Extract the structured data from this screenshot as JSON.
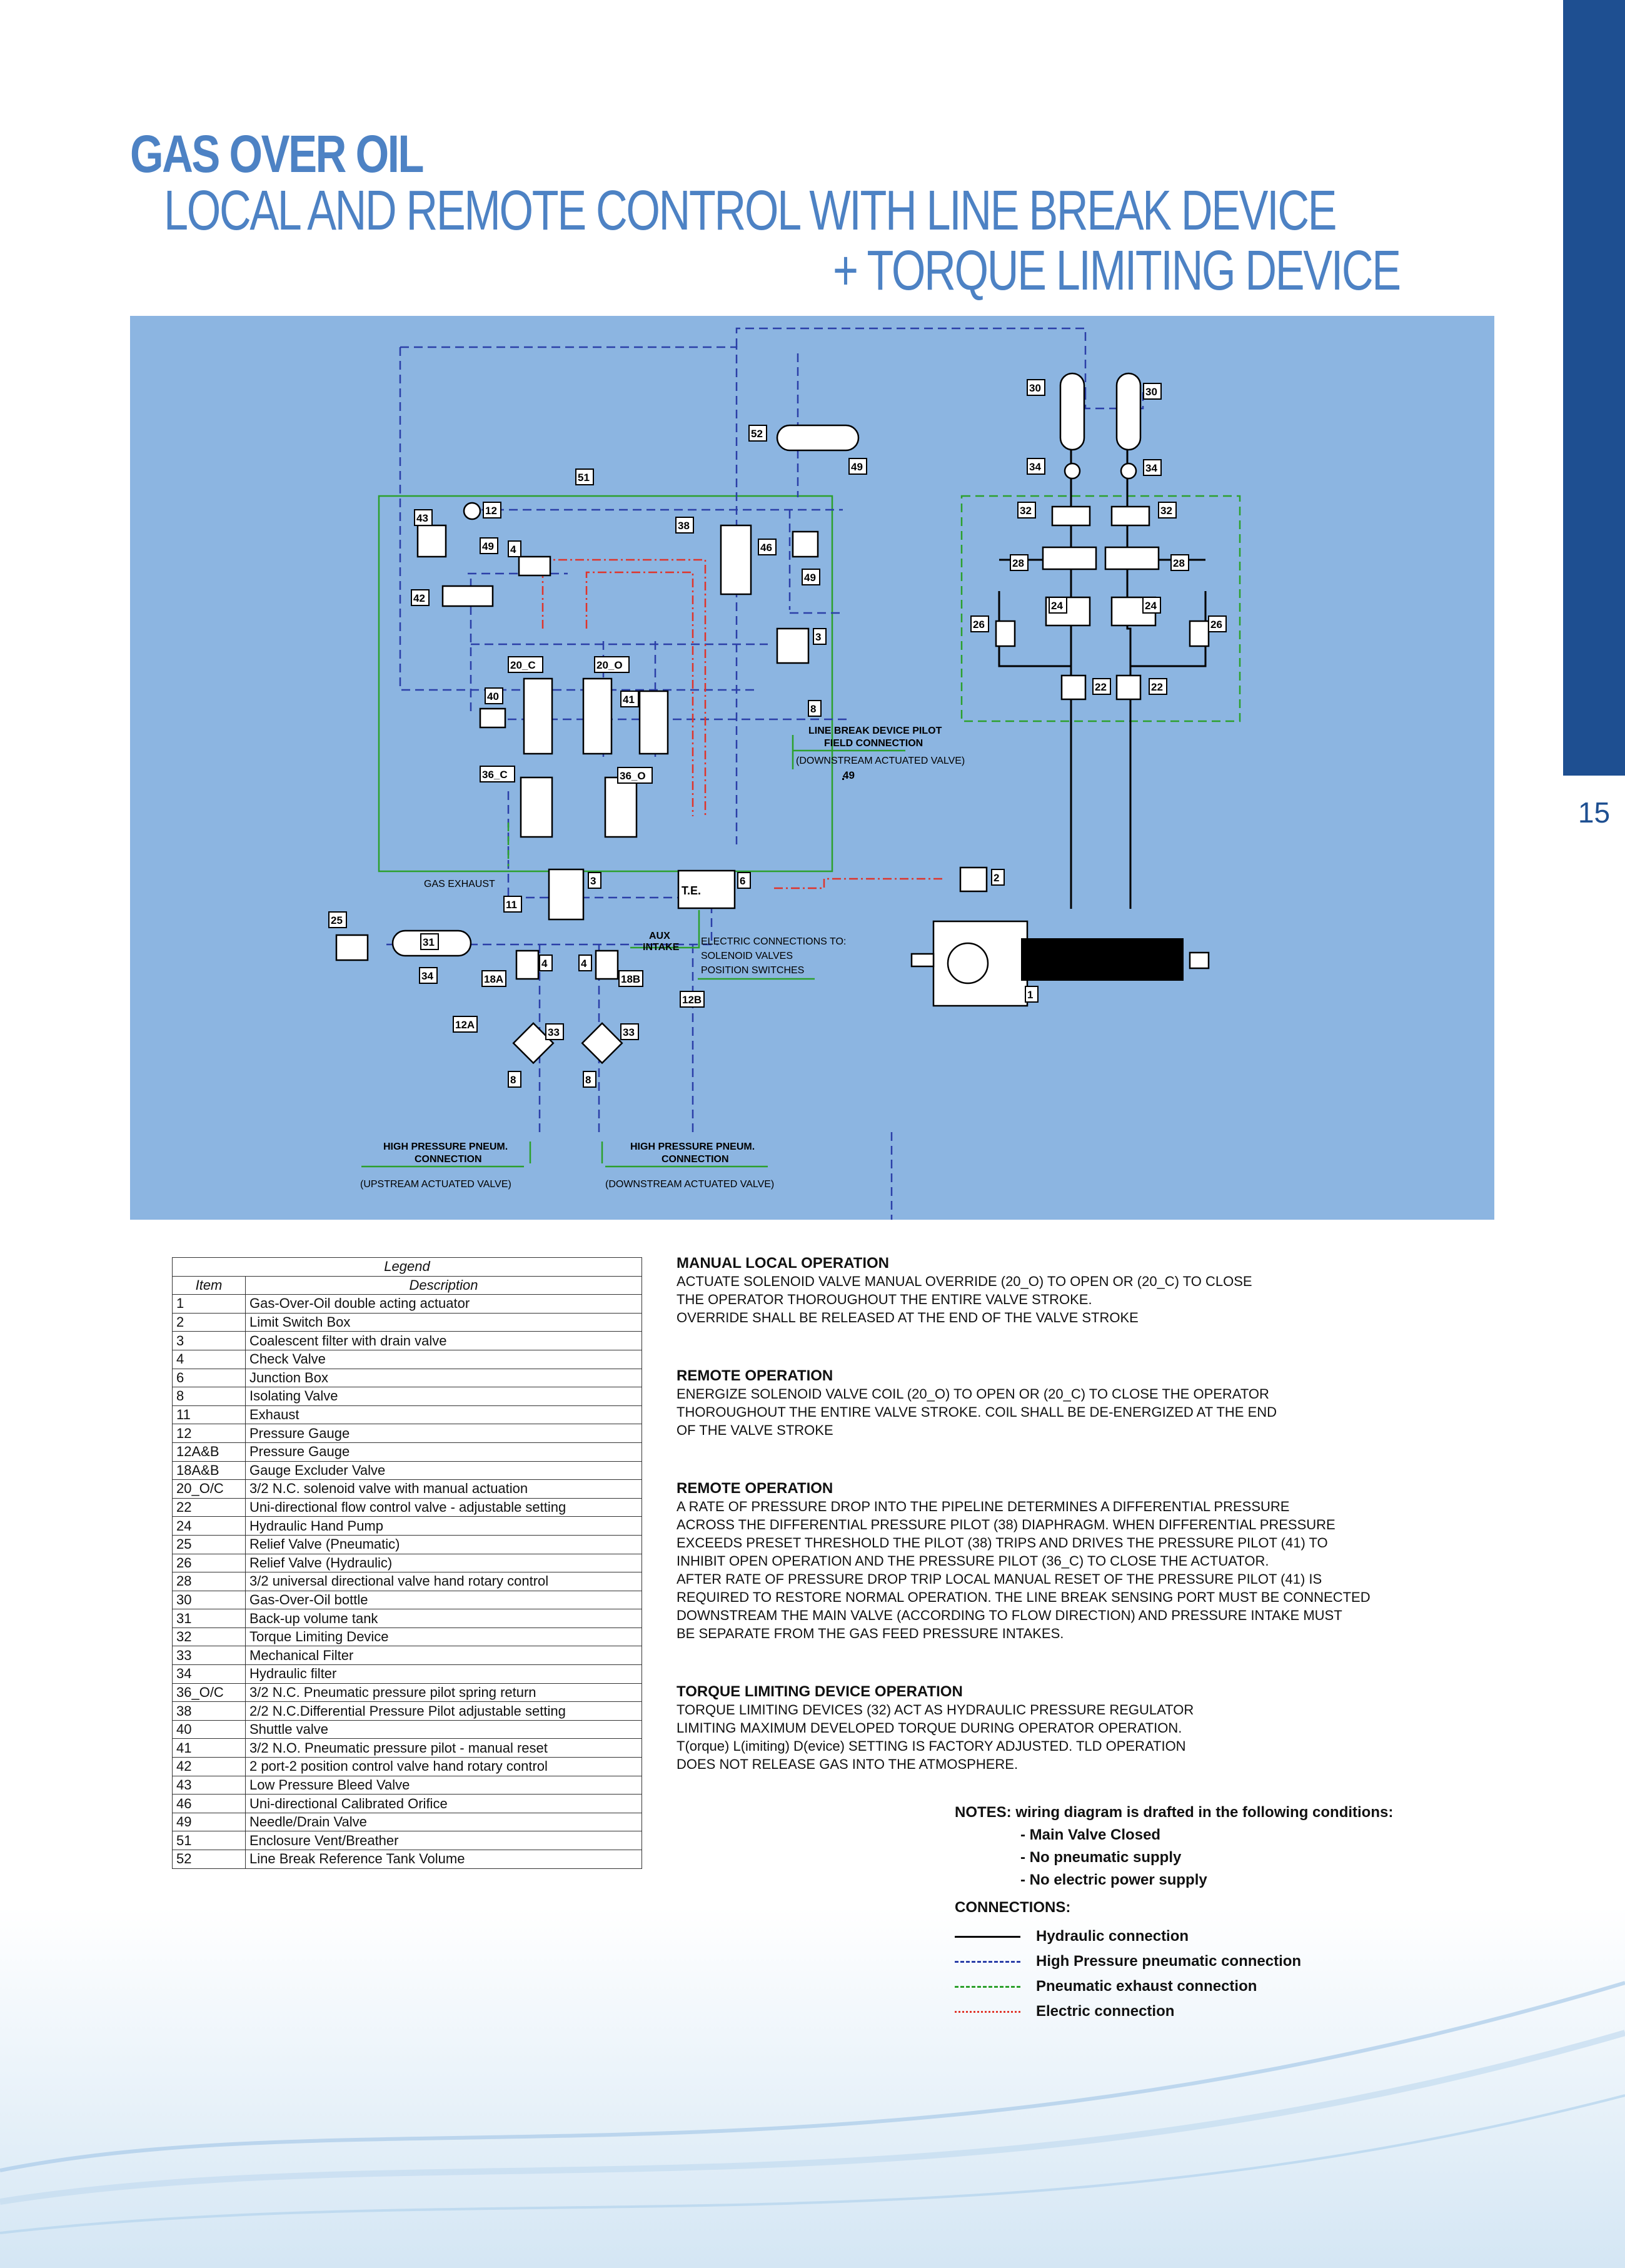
{
  "page": {
    "number": "15"
  },
  "title": {
    "line1": "GAS OVER OIL",
    "line2": "LOCAL AND REMOTE CONTROL WITH LINE BREAK DEVICE",
    "line3": "+ TORQUE LIMITING DEVICE"
  },
  "colors": {
    "title": "#4d82c4",
    "side_tab": "#1e4f91",
    "diagram_bg": "#8cb5e1",
    "hydraulic": "#000000",
    "pneumatic": "#2b3fa8",
    "exhaust": "#2ca02c",
    "electric": "#e0342a"
  },
  "diagram": {
    "tags": {
      "t1": "1",
      "t2": "2",
      "t3a": "3",
      "t3b": "3",
      "t4a": "4",
      "t4b": "4",
      "t4c": "4",
      "t6": "6",
      "t8a": "8",
      "t8b": "8",
      "t8c": "8",
      "t11": "11",
      "t12": "12",
      "t12a": "12A",
      "t12b": "12B",
      "t18a": "18A",
      "t18b": "18B",
      "t20c": "20_C",
      "t20o": "20_O",
      "t22a": "22",
      "t22b": "22",
      "t24a": "24",
      "t24b": "24",
      "t25": "25",
      "t26a": "26",
      "t26b": "26",
      "t28a": "28",
      "t28b": "28",
      "t30a": "30",
      "t30b": "30",
      "t31": "31",
      "t32a": "32",
      "t32b": "32",
      "t33a": "33",
      "t33b": "33",
      "t34a": "34",
      "t34b": "34",
      "t34c": "34",
      "t36c": "36_C",
      "t36o": "36_O",
      "t38": "38",
      "t40": "40",
      "t41": "41",
      "t42": "42",
      "t43": "43",
      "t46": "46",
      "t49a": "49",
      "t49b": "49",
      "t49c": "49",
      "t49d": "49",
      "t51": "51",
      "t52": "52"
    },
    "te_label": "T.E.",
    "gas_exhaust": "GAS EXHAUST",
    "aux_intake": [
      "AUX",
      "INTAKE"
    ],
    "electric_conn": [
      "ELECTRIC CONNECTIONS TO:",
      "SOLENOID VALVES",
      "POSITION SWITCHES"
    ],
    "lbd_pilot": [
      "LINE BREAK DEVICE PILOT",
      "FIELD CONNECTION"
    ],
    "lbd_pilot_sub": "(DOWNSTREAM ACTUATED VALVE)",
    "hp_left": [
      "HIGH PRESSURE PNEUM.",
      "CONNECTION"
    ],
    "hp_left_sub": "(UPSTREAM ACTUATED VALVE)",
    "hp_right": [
      "HIGH PRESSURE PNEUM.",
      "CONNECTION"
    ],
    "hp_right_sub": "(DOWNSTREAM ACTUATED VALVE)"
  },
  "legend": {
    "title": "Legend",
    "col_item": "Item",
    "col_desc": "Description",
    "rows": [
      {
        "item": "1",
        "desc": "Gas-Over-Oil double acting actuator"
      },
      {
        "item": "2",
        "desc": "Limit Switch Box"
      },
      {
        "item": "3",
        "desc": "Coalescent filter with drain valve"
      },
      {
        "item": "4",
        "desc": "Check Valve"
      },
      {
        "item": "6",
        "desc": "Junction Box"
      },
      {
        "item": "8",
        "desc": "Isolating Valve"
      },
      {
        "item": "11",
        "desc": "Exhaust"
      },
      {
        "item": "12",
        "desc": "Pressure Gauge"
      },
      {
        "item": "12A&B",
        "desc": "Pressure Gauge"
      },
      {
        "item": "18A&B",
        "desc": "Gauge Excluder Valve"
      },
      {
        "item": "20_O/C",
        "desc": "3/2 N.C. solenoid valve with manual actuation"
      },
      {
        "item": "22",
        "desc": "Uni-directional flow control valve - adjustable setting"
      },
      {
        "item": "24",
        "desc": "Hydraulic Hand Pump"
      },
      {
        "item": "25",
        "desc": "Relief Valve (Pneumatic)"
      },
      {
        "item": "26",
        "desc": "Relief Valve (Hydraulic)"
      },
      {
        "item": "28",
        "desc": "3/2 universal directional valve hand rotary control"
      },
      {
        "item": "30",
        "desc": "Gas-Over-Oil bottle"
      },
      {
        "item": "31",
        "desc": "Back-up volume tank"
      },
      {
        "item": "32",
        "desc": "Torque Limiting Device"
      },
      {
        "item": "33",
        "desc": "Mechanical Filter"
      },
      {
        "item": "34",
        "desc": "Hydraulic filter"
      },
      {
        "item": "36_O/C",
        "desc": "3/2 N.C. Pneumatic pressure pilot spring return"
      },
      {
        "item": "38",
        "desc": "2/2 N.C.Differential Pressure Pilot adjustable setting"
      },
      {
        "item": "40",
        "desc": "Shuttle valve"
      },
      {
        "item": "41",
        "desc": "3/2 N.O. Pneumatic pressure pilot - manual reset"
      },
      {
        "item": "42",
        "desc": "2 port-2 position control valve hand rotary control"
      },
      {
        "item": "43",
        "desc": "Low Pressure Bleed Valve"
      },
      {
        "item": "46",
        "desc": "Uni-directional Calibrated Orifice"
      },
      {
        "item": "49",
        "desc": "Needle/Drain Valve"
      },
      {
        "item": "51",
        "desc": "Enclosure Vent/Breather"
      },
      {
        "item": "52",
        "desc": "Line Break Reference Tank Volume"
      }
    ]
  },
  "sections": [
    {
      "heading": "MANUAL LOCAL OPERATION",
      "lines": [
        "ACTUATE SOLENOID VALVE MANUAL OVERRIDE (20_O) TO OPEN OR (20_C) TO CLOSE",
        "THE OPERATOR THOROUGHOUT THE ENTIRE VALVE STROKE.",
        "OVERRIDE SHALL BE RELEASED AT THE END OF THE VALVE STROKE"
      ]
    },
    {
      "heading": "REMOTE OPERATION",
      "lines": [
        "ENERGIZE SOLENOID VALVE COIL (20_O) TO OPEN OR (20_C) TO CLOSE THE OPERATOR",
        "THOROUGHOUT THE ENTIRE VALVE STROKE. COIL SHALL BE DE-ENERGIZED AT THE END",
        "OF THE VALVE STROKE"
      ]
    },
    {
      "heading": "REMOTE OPERATION",
      "lines": [
        "A RATE OF PRESSURE DROP INTO THE PIPELINE DETERMINES A DIFFERENTIAL PRESSURE",
        "ACROSS THE DIFFERENTIAL PRESSURE PILOT (38) DIAPHRAGM. WHEN DIFFERENTIAL PRESSURE",
        "EXCEEDS PRESET THRESHOLD THE PILOT (38) TRIPS AND DRIVES THE PRESSURE PILOT (41) TO",
        "INHIBIT OPEN OPERATION AND THE PRESSURE PILOT (36_C) TO CLOSE THE ACTUATOR.",
        "AFTER RATE OF PRESSURE DROP TRIP LOCAL MANUAL RESET OF THE PRESSURE PILOT (41) IS",
        "REQUIRED TO RESTORE NORMAL OPERATION. THE LINE BREAK SENSING PORT MUST BE CONNECTED",
        "DOWNSTREAM THE MAIN VALVE (ACCORDING TO FLOW DIRECTION) AND PRESSURE INTAKE MUST",
        "BE SEPARATE FROM THE GAS FEED PRESSURE INTAKES."
      ]
    },
    {
      "heading": "TORQUE LIMITING DEVICE OPERATION",
      "lines": [
        "TORQUE LIMITING DEVICES (32) ACT AS HYDRAULIC PRESSURE REGULATOR",
        "LIMITING MAXIMUM DEVELOPED TORQUE DURING OPERATOR OPERATION.",
        "T(orque) L(imiting) D(evice) SETTING IS FACTORY ADJUSTED. TLD OPERATION",
        "DOES NOT RELEASE GAS INTO THE ATMOSPHERE."
      ]
    }
  ],
  "notes": {
    "heading": "NOTES: wiring diagram is drafted in the following conditions:",
    "conditions": [
      "- Main Valve Closed",
      "- No pneumatic supply",
      "- No electric power supply"
    ],
    "connections_heading": "CONNECTIONS:",
    "connections": [
      {
        "label": "Hydraulic connection",
        "style": "solid",
        "color": "#000000"
      },
      {
        "label": "High Pressure pneumatic connection",
        "style": "dashed",
        "color": "#2b3fa8"
      },
      {
        "label": "Pneumatic exhaust connection",
        "style": "dashed",
        "color": "#2ca02c"
      },
      {
        "label": "Electric connection",
        "style": "dashdot",
        "color": "#e0342a"
      }
    ]
  }
}
